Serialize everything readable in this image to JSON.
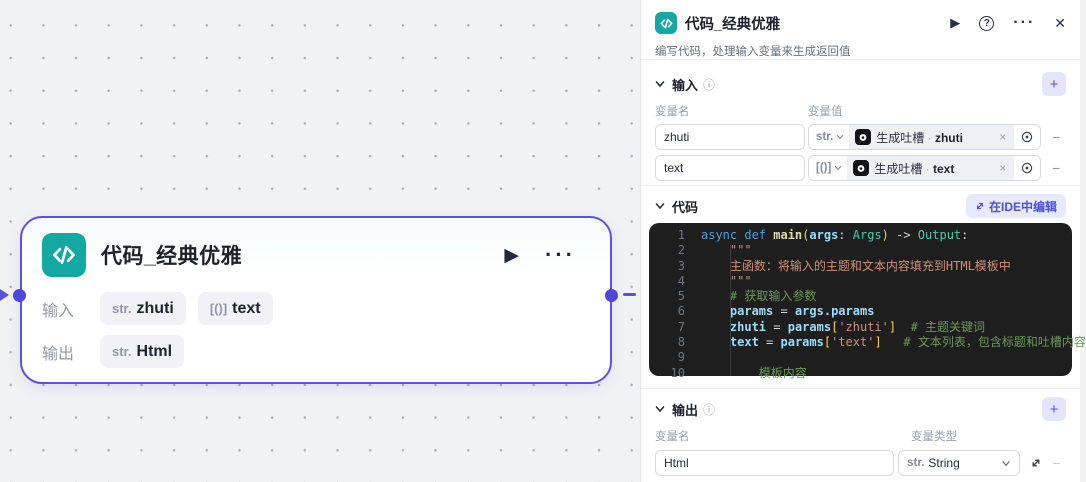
{
  "canvas": {
    "node": {
      "title": "代码_经典优雅",
      "input_label": "输入",
      "output_label": "输出",
      "input_tags": [
        {
          "type": "str.",
          "name": "zhuti"
        },
        {
          "type": "[()]",
          "name": "text"
        }
      ],
      "output_tags": [
        {
          "type": "str.",
          "name": "Html"
        }
      ]
    }
  },
  "panel": {
    "header": {
      "title": "代码_经典优雅",
      "subtitle": "编写代码，处理输入变量来生成返回值",
      "help_label": "?"
    },
    "input_section": {
      "title": "输入",
      "col_name": "变量名",
      "col_value": "变量值",
      "rows": [
        {
          "name": "zhuti",
          "type": "str.",
          "ref": "生成吐槽",
          "sep": " · ",
          "ref_field": "zhuti"
        },
        {
          "name": "text",
          "type": "[()]",
          "ref": "生成吐槽",
          "sep": " · ",
          "ref_field": "text"
        }
      ]
    },
    "code_section": {
      "title": "代码",
      "ide_button": "在IDE中编辑"
    },
    "output_section": {
      "title": "输出",
      "col_name": "变量名",
      "col_type": "变量类型",
      "rows": [
        {
          "name": "Html",
          "type_abbr": "str.",
          "type_label": "String"
        }
      ]
    }
  },
  "code_editor": {
    "lines": [
      {
        "no": "1",
        "segments": [
          [
            "async def ",
            "kw"
          ],
          [
            "main",
            "fn"
          ],
          [
            "(",
            "br"
          ],
          [
            "args",
            "var"
          ],
          [
            ": ",
            "pln"
          ],
          [
            "Args",
            "type"
          ],
          [
            ")",
            "br"
          ],
          [
            " -> ",
            "pln"
          ],
          [
            "Output",
            "type"
          ],
          [
            ":",
            "pln"
          ]
        ]
      },
      {
        "no": "2",
        "segments": [
          [
            "    \"\"\"",
            "str"
          ]
        ]
      },
      {
        "no": "3",
        "segments": [
          [
            "    主函数：将输入的主题和文本内容填充到HTML模板中",
            "str"
          ]
        ]
      },
      {
        "no": "4",
        "segments": [
          [
            "    \"\"\"",
            "str"
          ]
        ]
      },
      {
        "no": "5",
        "segments": [
          [
            "    ",
            "pln"
          ],
          [
            "# 获取输入参数",
            "com"
          ]
        ]
      },
      {
        "no": "6",
        "segments": [
          [
            "    ",
            "pln"
          ],
          [
            "params",
            "var"
          ],
          [
            " = ",
            "op"
          ],
          [
            "args.params",
            "var"
          ]
        ]
      },
      {
        "no": "7",
        "segments": [
          [
            "    ",
            "pln"
          ],
          [
            "zhuti",
            "var"
          ],
          [
            " = ",
            "op"
          ],
          [
            "params",
            "var"
          ],
          [
            "[",
            "br"
          ],
          [
            "'zhuti'",
            "str"
          ],
          [
            "]",
            "br"
          ],
          [
            "  ",
            "pln"
          ],
          [
            "# 主题关键词",
            "com"
          ]
        ]
      },
      {
        "no": "8",
        "segments": [
          [
            "    ",
            "pln"
          ],
          [
            "text",
            "var"
          ],
          [
            " = ",
            "op"
          ],
          [
            "params",
            "var"
          ],
          [
            "[",
            "br"
          ],
          [
            "'text'",
            "str"
          ],
          [
            "]",
            "br"
          ],
          [
            "   ",
            "pln"
          ],
          [
            "# 文本列表，包含标题和吐槽内容",
            "com"
          ]
        ]
      },
      {
        "no": "9",
        "segments": []
      },
      {
        "no": "10",
        "segments": [
          [
            "        ",
            "pln"
          ],
          [
            "模板内容",
            "com"
          ]
        ]
      }
    ]
  },
  "colors": {
    "accent_purple": "#5b50e8",
    "teal_icon": "#14a8a2",
    "editor_bg": "#1e1e1e",
    "canvas_bg": "#f1f2f4"
  }
}
